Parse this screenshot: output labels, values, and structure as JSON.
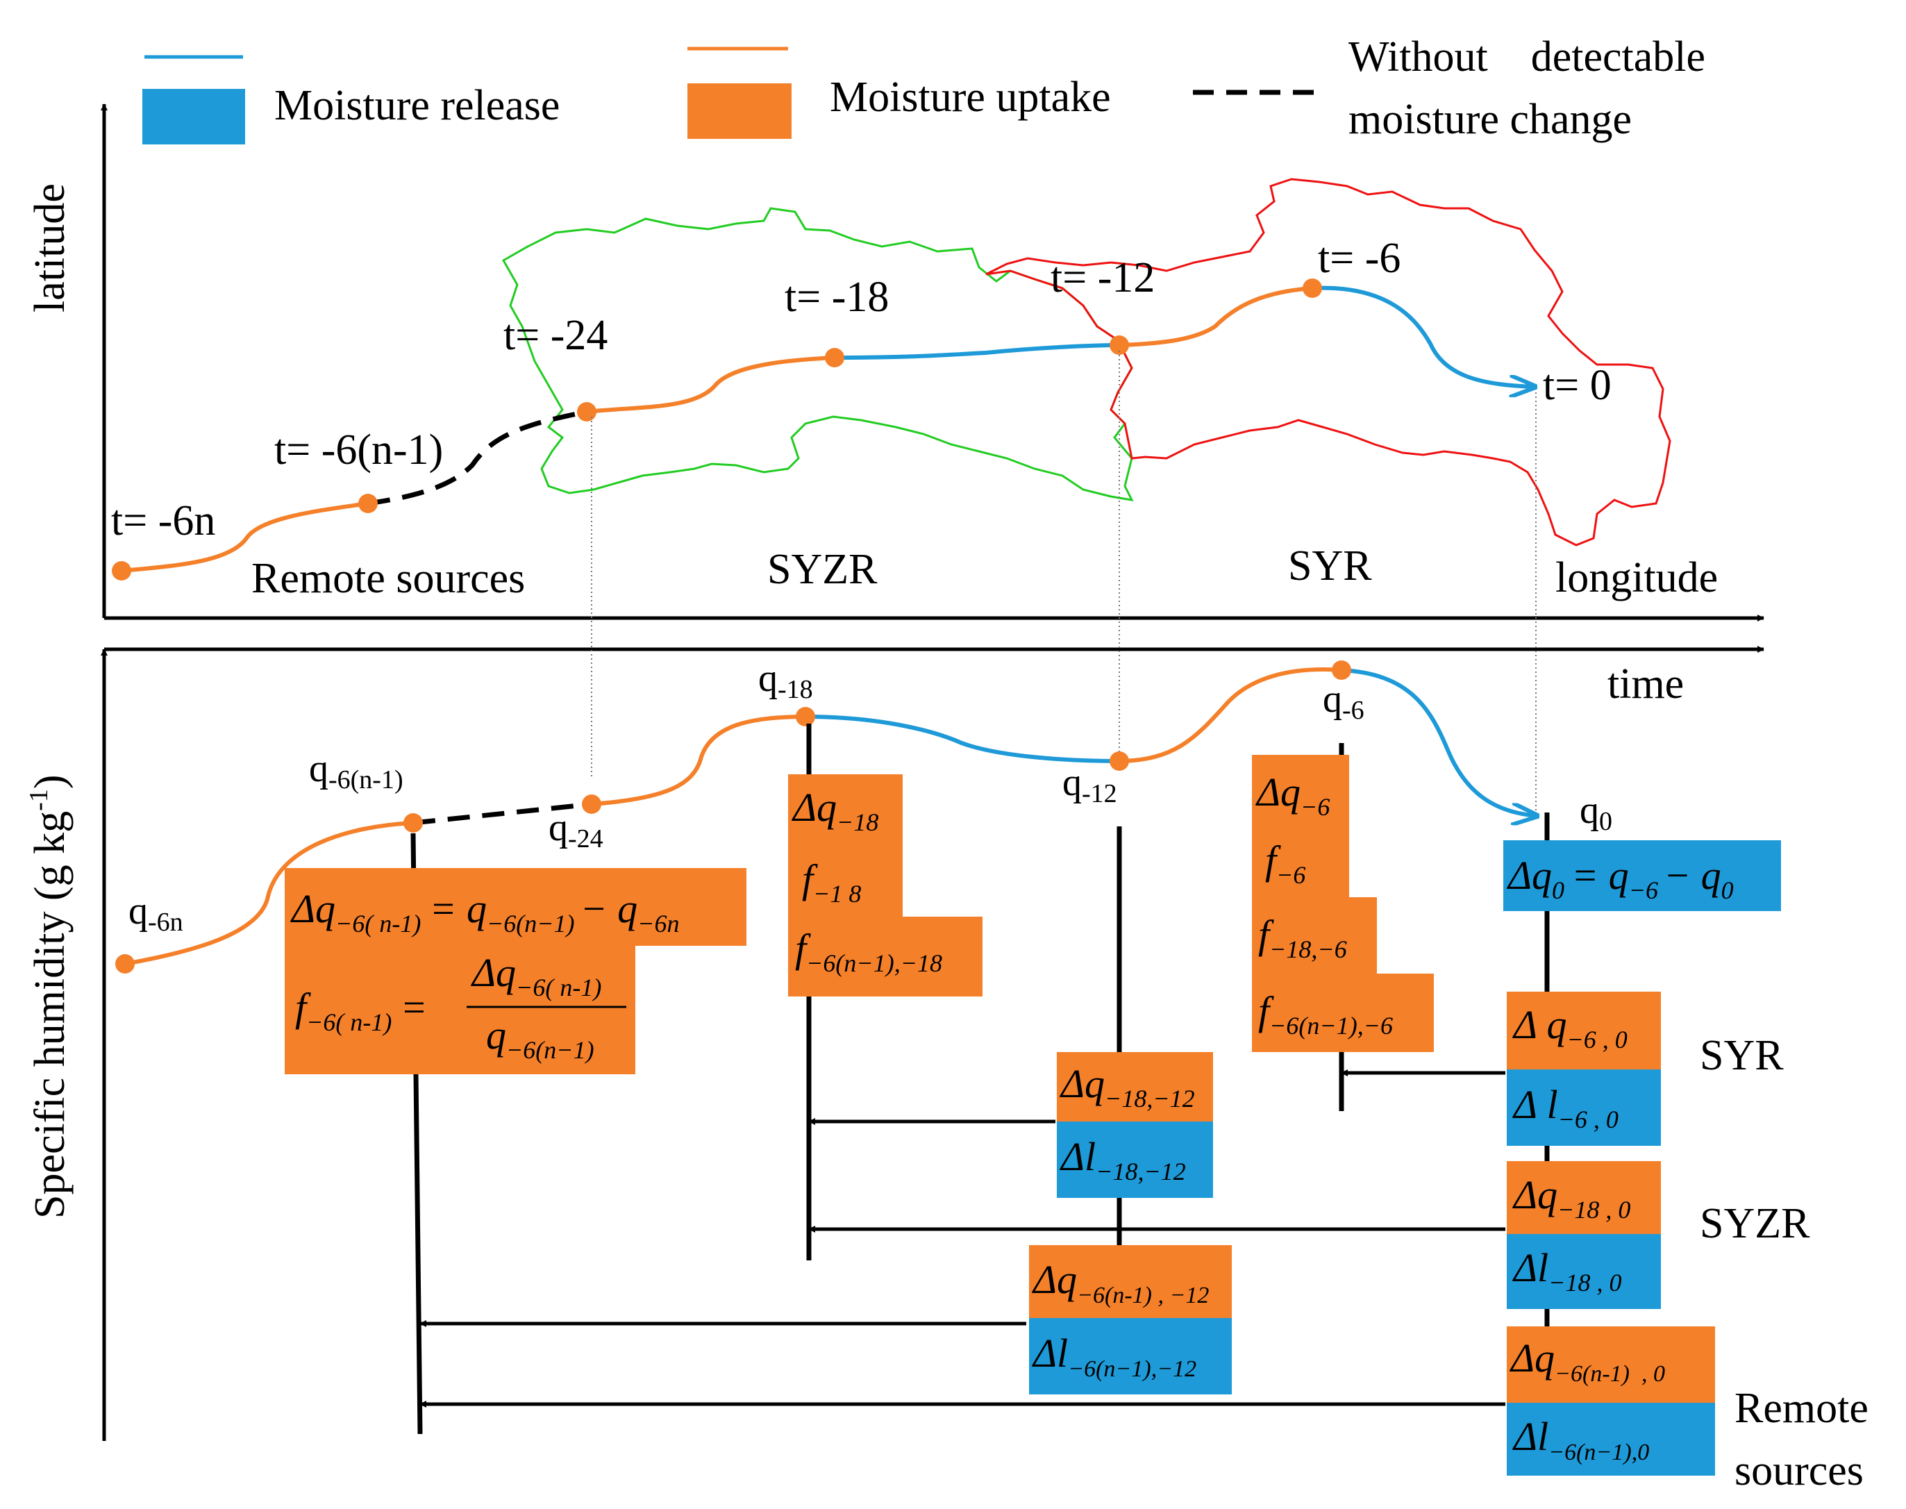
{
  "colors": {
    "uptake": "#F5802A",
    "release": "#1E9AD8",
    "border_syzr": "#22CC22",
    "border_syr": "#EE1111",
    "axis": "#000000"
  },
  "legend": {
    "release_label": "Moisture release",
    "uptake_label": "Moisture uptake",
    "nochange_line1": "Without    detectable",
    "nochange_line2": "moisture change"
  },
  "top_panel": {
    "y_axis_label": "latitude",
    "x_axis_label": "longitude",
    "points": {
      "t_6n": "t= -6n",
      "t_6n1": "t= -6(n-1)",
      "t_24": "t= -24",
      "t_18": "t= -18",
      "t_12": "t= -12",
      "t_6": "t= -6",
      "t_0": "t= 0"
    },
    "regions": {
      "remote": "Remote sources",
      "syzr": "SYZR",
      "syr": "SYR"
    }
  },
  "bottom_panel": {
    "y_axis_label": "Specific humidity (g kg",
    "y_axis_unit_sup": "-1",
    "y_axis_close": ")",
    "x_axis_label": "time",
    "q_labels": {
      "q6n": {
        "base": "q",
        "sub": "-6n"
      },
      "q6n1": {
        "base": "q",
        "sub": "-6(n-1)"
      },
      "q24": {
        "base": "q",
        "sub": "-24"
      },
      "q18": {
        "base": "q",
        "sub": "-18"
      },
      "q12": {
        "base": "q",
        "sub": "-12"
      },
      "q6": {
        "base": "q",
        "sub": "-6"
      },
      "q0": {
        "base": "q",
        "sub": "0"
      }
    },
    "right_labels": {
      "syr": "SYR",
      "syzr": "SYZR",
      "remote_line1": "Remote",
      "remote_line2": "sources"
    }
  },
  "formula_boxes": {
    "box_6n1": {
      "line1": {
        "lhs": "Δq",
        "lhs_sub": "−6( n-1)",
        "eq": "= q",
        "rhs1_sub": "−6(n−1)",
        "minus": "− q",
        "rhs2_sub": "−6n"
      },
      "line2": {
        "lhs": "f",
        "lhs_sub": "−6( n-1)",
        "eq": "=",
        "num": "Δq",
        "num_sub": "−6( n-1)",
        "den": "q",
        "den_sub": "−6(n−1)"
      }
    },
    "box_18": {
      "l1": {
        "b": "Δq",
        "s": "−18"
      },
      "l2": {
        "b": "f",
        "s": "−1 8"
      },
      "l3": {
        "b": "f",
        "s": "−6(n−1),−18"
      }
    },
    "box_6": {
      "l1": {
        "b": "Δq",
        "s": "−6"
      },
      "l2": {
        "b": "f",
        "s": "−6"
      },
      "l3": {
        "b": "f",
        "s": "−18,−6"
      },
      "l4": {
        "b": "f",
        "s": "−6(n−1),−6"
      }
    },
    "box_0": {
      "b": "Δq",
      "s": "0",
      "eq": "= q",
      "s2": "−6",
      "minus": "− q",
      "s3": "0"
    },
    "box_12_a": {
      "b": "Δq",
      "s": "−18,−12"
    },
    "box_12_b": {
      "b": "Δl",
      "s": "−18,−12"
    },
    "box_12_c": {
      "b": "Δq",
      "s": "−6(n-1) , −12"
    },
    "box_12_d": {
      "b": "Δl",
      "s": "−6(n−1),−12"
    },
    "box_0_a": {
      "b": "Δ q",
      "s": "−6 , 0"
    },
    "box_0_b": {
      "b": "Δ l",
      "s": "−6 , 0"
    },
    "box_0_c": {
      "b": "Δq",
      "s": "−18 , 0"
    },
    "box_0_d": {
      "b": "Δl",
      "s": "−18 , 0"
    },
    "box_0_e": {
      "b": "Δq",
      "s": "−6(n-1)  , 0"
    },
    "box_0_f": {
      "b": "Δl",
      "s": "−6(n−1),0"
    }
  }
}
